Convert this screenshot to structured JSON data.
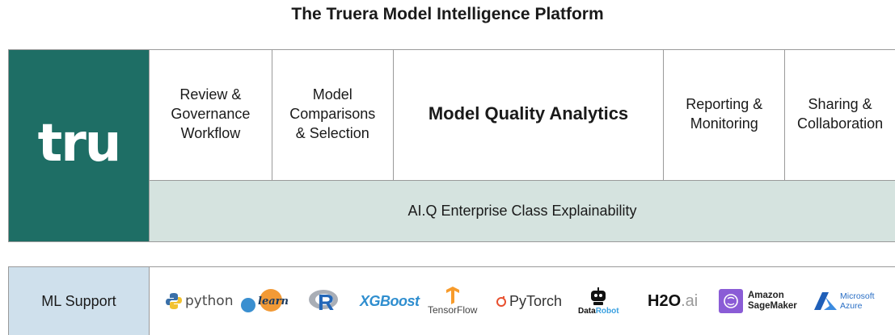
{
  "title": "The Truera Model Intelligence Platform",
  "brand": {
    "logo_text": "tru",
    "color": "#1e6e65"
  },
  "modules": [
    {
      "label": "Review &\nGovernance\nWorkflow"
    },
    {
      "label": "Model\nComparisons\n& Selection"
    },
    {
      "label": "Model Quality Analytics"
    },
    {
      "label": "Reporting &\nMonitoring"
    },
    {
      "label": "Sharing &\nCollaboration"
    }
  ],
  "explainability_bar": {
    "label": "AI.Q Enterprise Class Explainability",
    "color": "#d5e3df"
  },
  "ml_support": {
    "label": "ML Support",
    "color": "#cfe0ec",
    "logos": {
      "python": "python",
      "sklearn": "learn",
      "r": "R",
      "xgboost": "XGBoost",
      "tensorflow": "TensorFlow",
      "pytorch": "PyTorch",
      "datarobot_data": "Data",
      "datarobot_robot": "Robot",
      "h2o_main": "H2O",
      "h2o_ai": ".ai",
      "sagemaker_line1": "Amazon",
      "sagemaker_line2": "SageMaker",
      "azure_line1": "Microsoft",
      "azure_line2": "Azure"
    }
  }
}
